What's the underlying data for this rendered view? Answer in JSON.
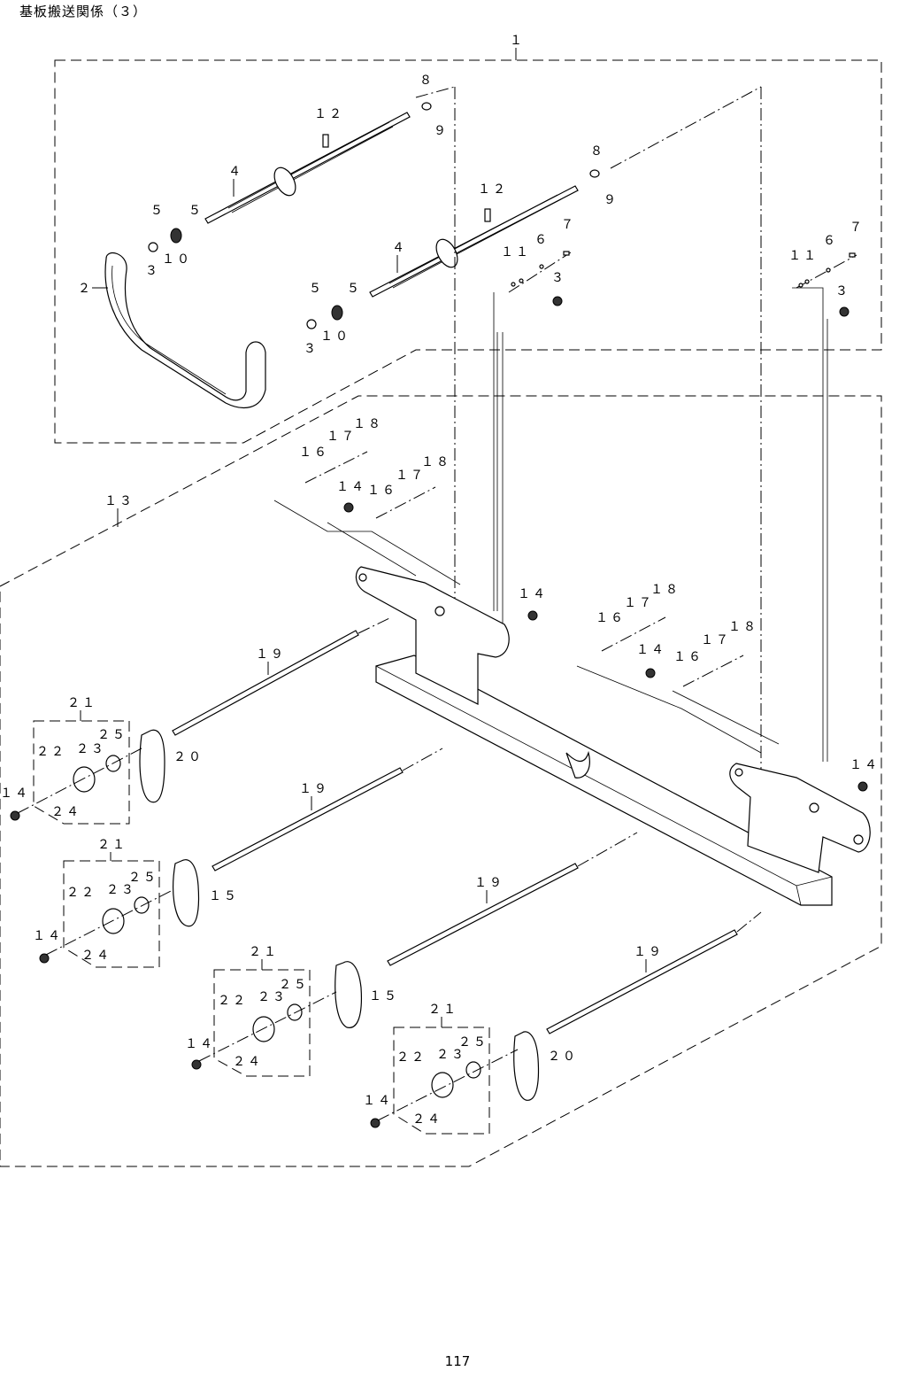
{
  "page": {
    "title": "基板搬送関係（３）",
    "page_number": "117"
  },
  "callouts": {
    "c1": "１",
    "c2": "２",
    "c3a": "３",
    "c3b": "３",
    "c3c": "３",
    "c3d": "３",
    "c4a": "４",
    "c4b": "４",
    "c5a": "５",
    "c5b": "５",
    "c5c": "５",
    "c5d": "５",
    "c6a": "６",
    "c6b": "６",
    "c7a": "７",
    "c7b": "７",
    "c8a": "８",
    "c8b": "８",
    "c9a": "９",
    "c9b": "９",
    "c10a": "１０",
    "c10b": "１０",
    "c11a": "１１",
    "c11b": "１１",
    "c12a": "１２",
    "c12b": "１２",
    "c13": "１３",
    "c14a": "１４",
    "c14b": "１４",
    "c14c": "１４",
    "c14d": "１４",
    "c14e": "１４",
    "c14f": "１４",
    "c14g": "１４",
    "c14h": "１４",
    "c15a": "１５",
    "c15b": "１５",
    "c16a": "１６",
    "c16b": "１６",
    "c16c": "１６",
    "c16d": "１６",
    "c17a": "１７",
    "c17b": "１７",
    "c17c": "１７",
    "c17d": "１７",
    "c18a": "１８",
    "c18b": "１８",
    "c18c": "１８",
    "c18d": "１８",
    "c19a": "１９",
    "c19b": "１９",
    "c19c": "１９",
    "c19d": "１９",
    "c20a": "２０",
    "c20b": "２０",
    "c21a": "２１",
    "c21b": "２１",
    "c21c": "２１",
    "c21d": "２１",
    "c22a": "２２",
    "c22b": "２２",
    "c22c": "２２",
    "c22d": "２２",
    "c23a": "２３",
    "c23b": "２３",
    "c23c": "２３",
    "c23d": "２３",
    "c24a": "２４",
    "c24b": "２４",
    "c24c": "２４",
    "c24d": "２４",
    "c25a": "２５",
    "c25b": "２５",
    "c25c": "２５",
    "c25d": "２５"
  }
}
